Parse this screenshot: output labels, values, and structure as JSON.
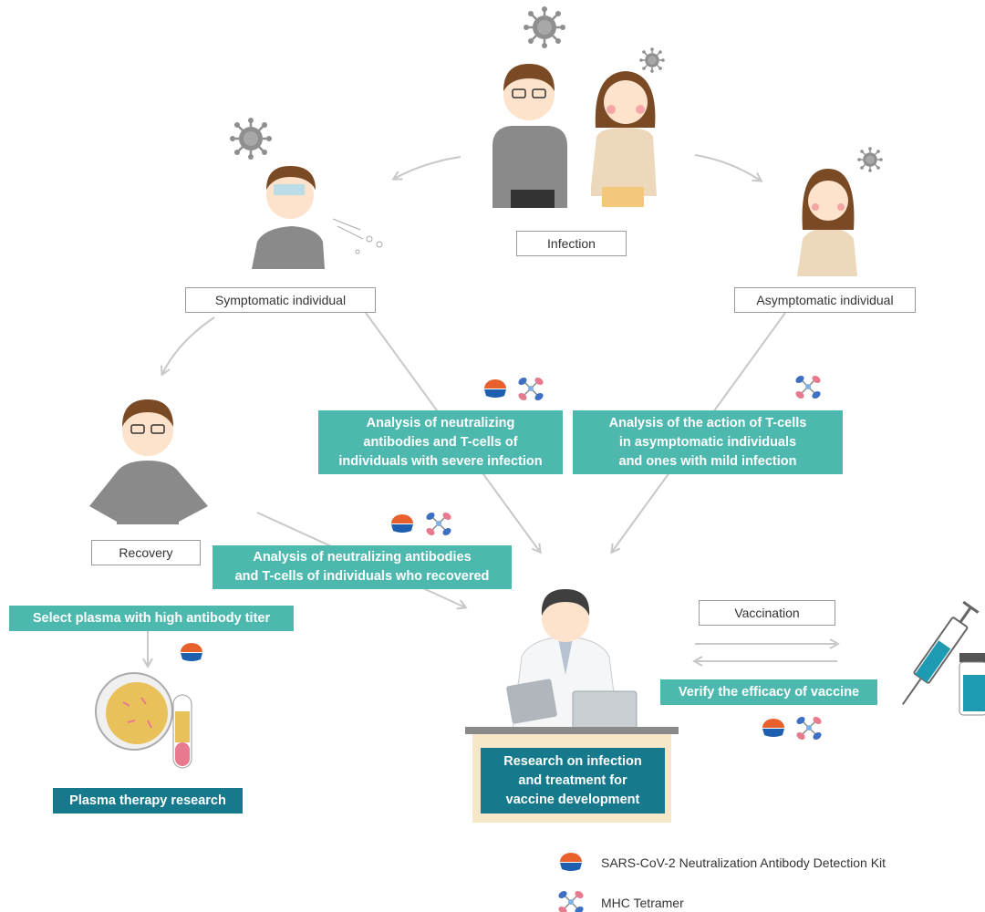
{
  "labels": {
    "infection": "Infection",
    "symptomatic": "Symptomatic individual",
    "asymptomatic": "Asymptomatic individual",
    "recovery": "Recovery",
    "vaccination": "Vaccination"
  },
  "analysis": {
    "severe": [
      "Analysis of neutralizing",
      "antibodies and T-cells of",
      "individuals with severe infection"
    ],
    "asymptomatic": [
      "Analysis of  the action of T-cells",
      "in asymptomatic individuals",
      "and ones with mild infection"
    ],
    "recovered": [
      "Analysis of neutralizing antibodies",
      "and T-cells of individuals who recovered"
    ],
    "plasma_select": "Select plasma with high antibody titer",
    "vaccine_verify": "Verify the efficacy of vaccine"
  },
  "outcomes": {
    "plasma_therapy": "Plasma therapy research",
    "research": [
      "Research on infection",
      "and treatment for",
      "vaccine development"
    ]
  },
  "legend": {
    "antibody_kit": "SARS-CoV-2 Neutralization Antibody Detection Kit",
    "mhc_tetramer": "MHC Tetramer"
  },
  "colors": {
    "teal": "#4db8ae",
    "dark_teal": "#177a8c",
    "arrow": "#c8c8c8",
    "kit_orange": "#e8602c",
    "kit_blue": "#1f5fb0"
  },
  "icons": [
    "virus-icon",
    "antibody-kit-icon",
    "mhc-tetramer-icon",
    "syringe-icon",
    "vial-icon",
    "petri-dish-icon",
    "test-tube-icon",
    "laptop-icon"
  ]
}
